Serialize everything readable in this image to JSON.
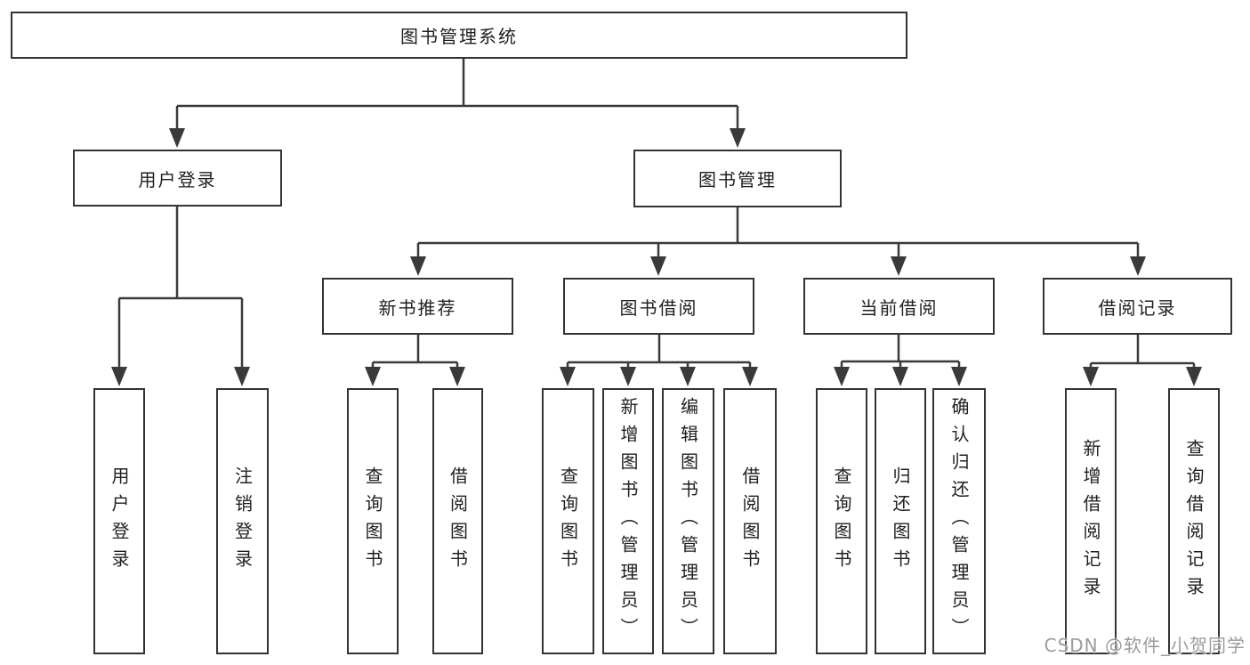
{
  "diagram": {
    "type": "hierarchy-tree",
    "tree": {
      "label": "图书管理系统",
      "children": [
        {
          "label": "用户登录",
          "children": [
            {
              "label": "用户登录"
            },
            {
              "label": "注销登录"
            }
          ]
        },
        {
          "label": "图书管理",
          "children": [
            {
              "label": "新书推荐",
              "children": [
                {
                  "label": "查询图书"
                },
                {
                  "label": "借阅图书"
                }
              ]
            },
            {
              "label": "图书借阅",
              "children": [
                {
                  "label": "查询图书"
                },
                {
                  "label": "新增图书（管理员）"
                },
                {
                  "label": "编辑图书（管理员）"
                },
                {
                  "label": "借阅图书"
                }
              ]
            },
            {
              "label": "当前借阅",
              "children": [
                {
                  "label": "查询图书"
                },
                {
                  "label": "归还图书"
                },
                {
                  "label": "确认归还（管理员）"
                }
              ]
            },
            {
              "label": "借阅记录",
              "children": [
                {
                  "label": "新增借阅记录"
                },
                {
                  "label": "查询借阅记录"
                }
              ]
            }
          ]
        }
      ]
    }
  },
  "watermark": {
    "text": "CSDN @软件_小贺同学",
    "color": "#9b9b9b"
  },
  "colors": {
    "line": "#3a3a3a",
    "box_border": "#333333",
    "box_fill": "#ffffff",
    "label_text": "#1f1f1f",
    "background": "#ffffff"
  }
}
